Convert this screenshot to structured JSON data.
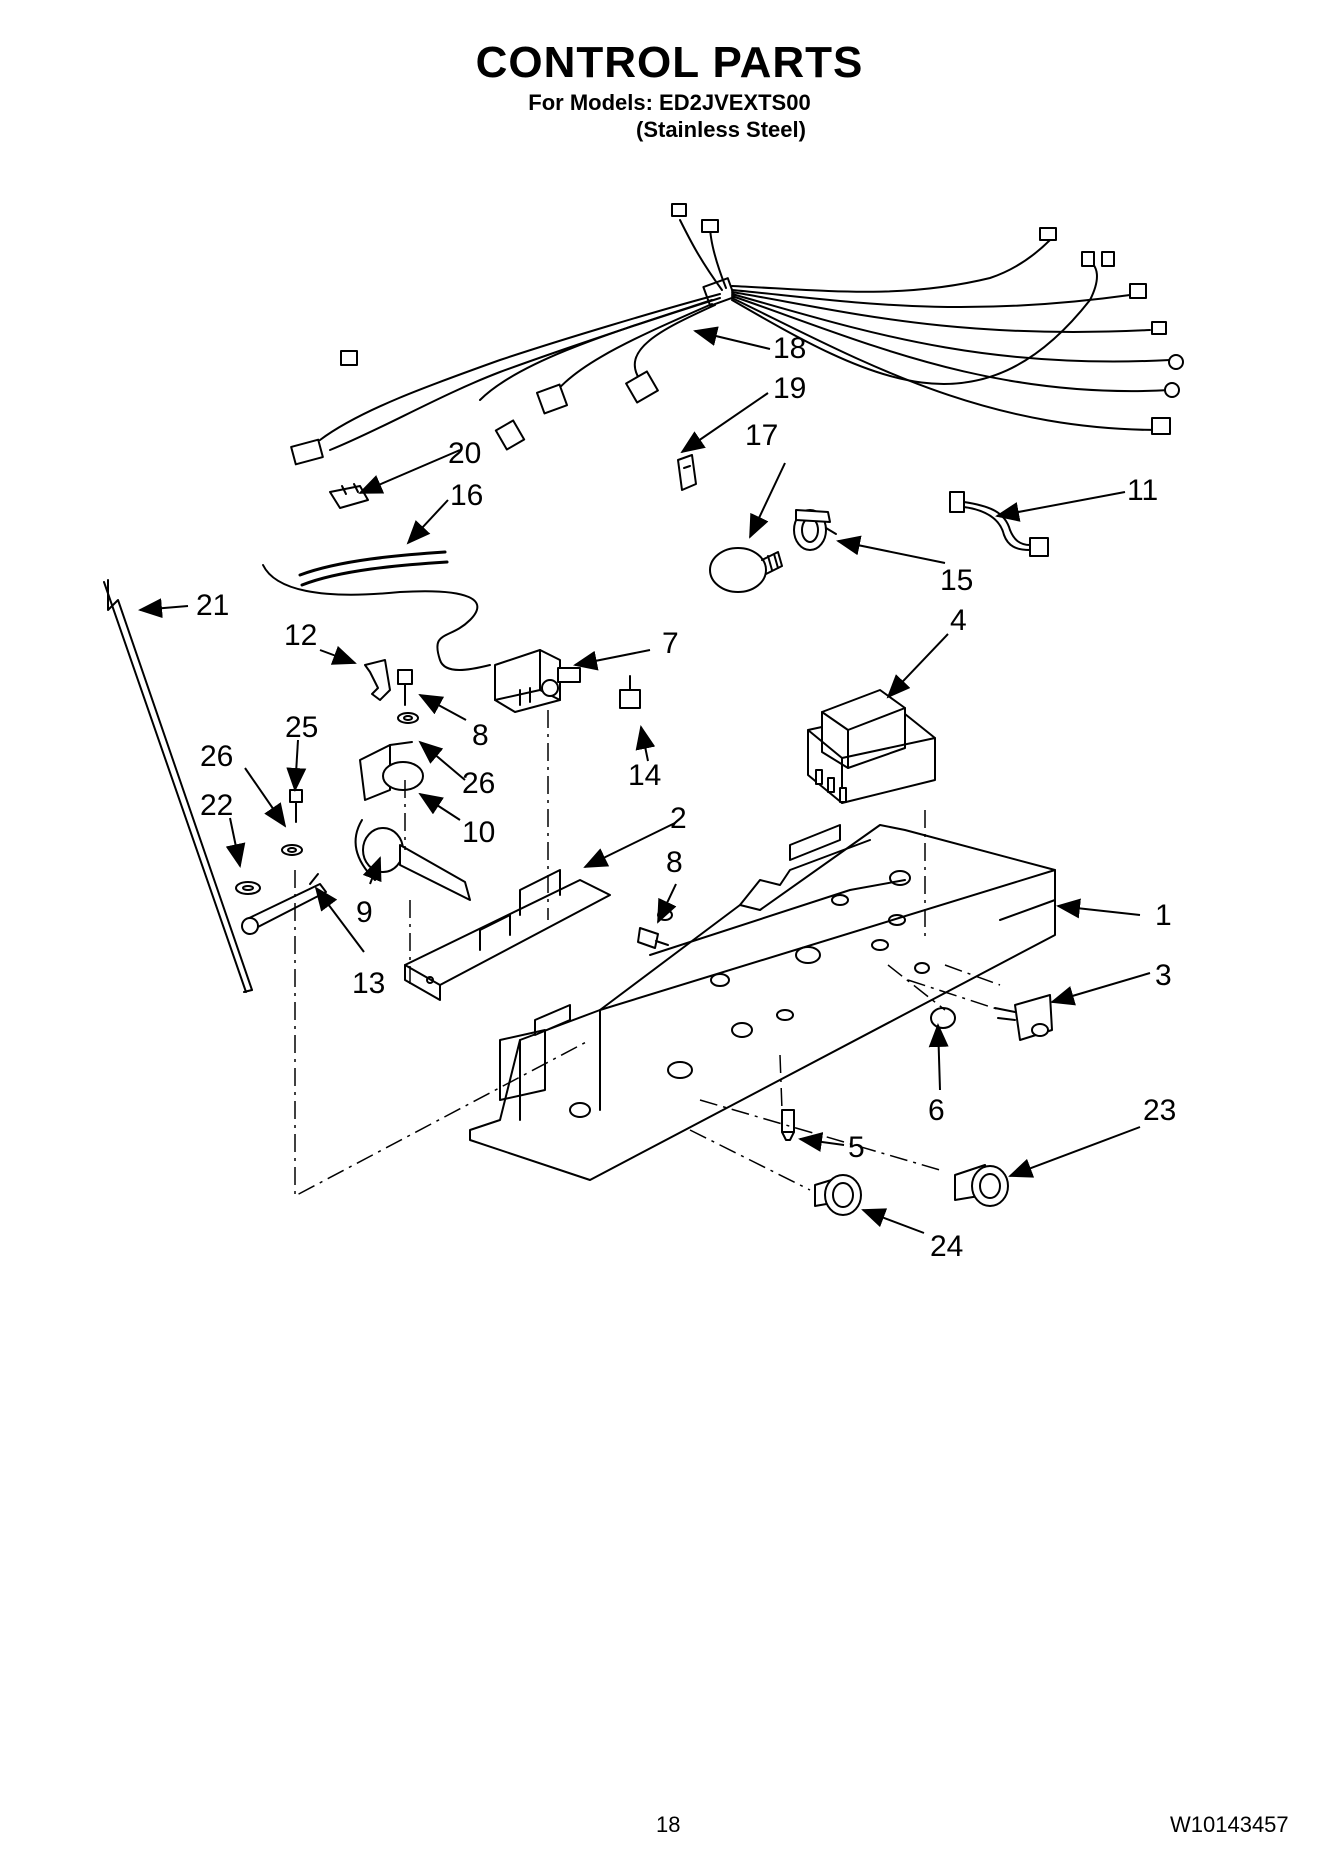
{
  "header": {
    "title": "CONTROL PARTS",
    "models": "For Models: ED2JVEXTS00",
    "finish": "(Stainless Steel)"
  },
  "footer": {
    "page_number": "18",
    "document_number": "W10143457"
  },
  "callouts": [
    "1",
    "2",
    "3",
    "4",
    "5",
    "6",
    "7",
    "8",
    "8",
    "9",
    "10",
    "11",
    "12",
    "13",
    "14",
    "15",
    "16",
    "17",
    "18",
    "19",
    "20",
    "21",
    "22",
    "23",
    "24",
    "25",
    "26",
    "26"
  ]
}
